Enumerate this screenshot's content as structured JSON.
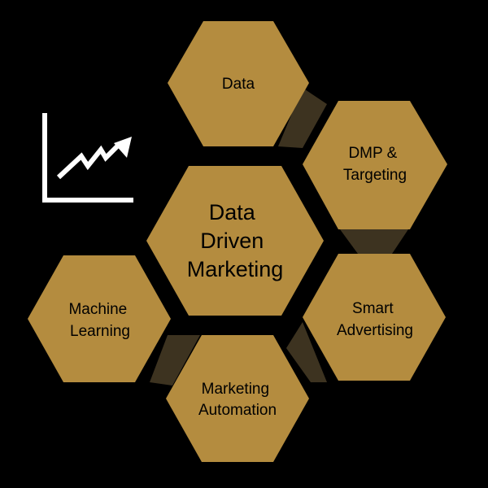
{
  "colors": {
    "background": "#000000",
    "hexagon_fill": "#B48C3F",
    "connector_fill": "#3D3320",
    "icon_color": "#FFFFFF"
  },
  "icon": "line-chart-trending-up-icon",
  "center": {
    "lines": [
      "Data",
      "Driven",
      "Marketing"
    ]
  },
  "nodes": {
    "data": {
      "lines": [
        "Data"
      ]
    },
    "dmp_targeting": {
      "lines": [
        "DMP &",
        "Targeting"
      ]
    },
    "smart_advertising": {
      "lines": [
        "Smart",
        "Advertising"
      ]
    },
    "marketing_automation": {
      "lines": [
        "Marketing",
        "Automation"
      ]
    },
    "machine_learning": {
      "lines": [
        "Machine",
        "Learning"
      ]
    }
  }
}
